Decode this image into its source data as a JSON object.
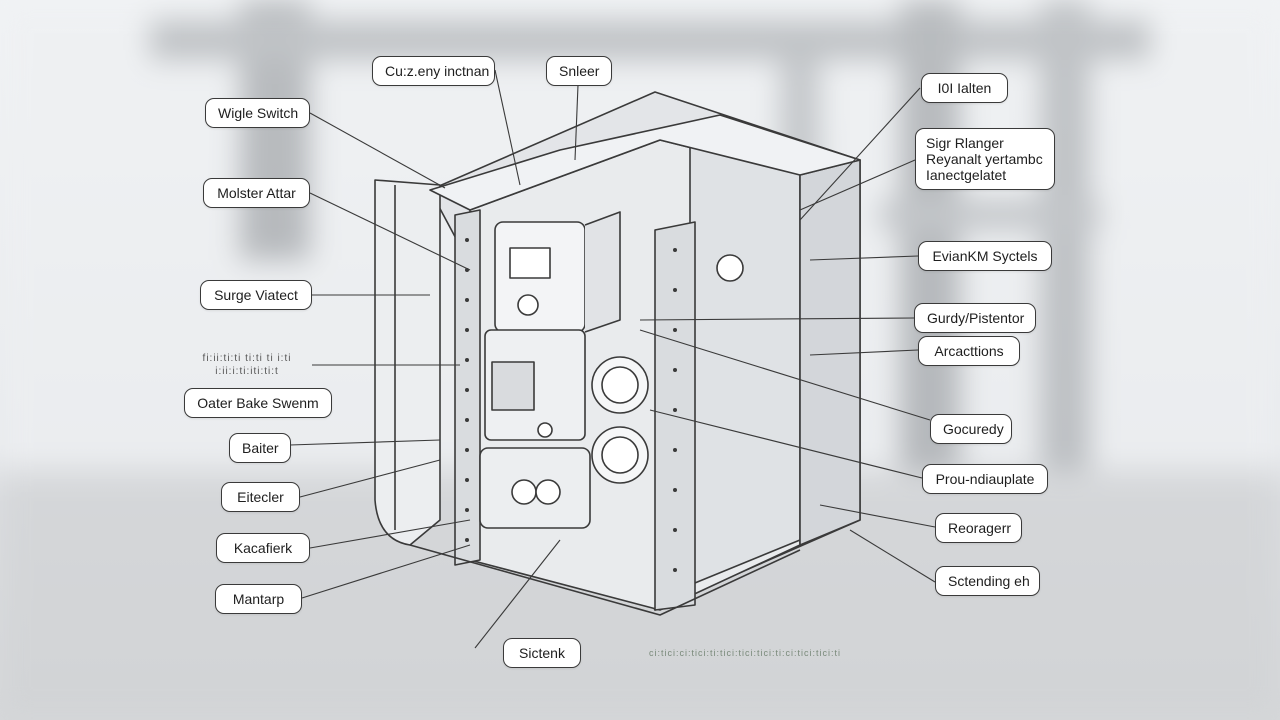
{
  "colors": {
    "ink": "#3a3a3a",
    "panel": "#e6e8ea",
    "panel_dark": "#c9ccd0",
    "background_structure": "#8c9094"
  },
  "labels": {
    "top_left_a": "Cu:z.eny inctnan",
    "top_center": "Snleer",
    "wigle_switch": "Wigle Switch",
    "molster_attar": "Molster Attar",
    "surge_viatect": "Surge Viatect",
    "noisy_left": "fi:ii:ti:ti ti:ti ti i:ti\ni:ii:i:ti:iti:ti:t",
    "outer_bake": "Oater Bake Swenm",
    "baiter": "Baiter",
    "eitecler": "Eitecler",
    "kacafierk": "Kacafierk",
    "mantarp": "Mantarp",
    "bottom_center": "Sictenk",
    "bottom_faint": "ci:tici:ci:tici:ti:tici:tici:tici:ti:ci:tici:tici:ti",
    "top_right_a": "I0I Ialten",
    "sigr_lines": [
      "Sigr Rlanger",
      "Reyanalt yertambc",
      "Ianectgelatet"
    ],
    "evian_systels": "EvianKM Syctels",
    "gurdy_pistentor": "Gurdy/Pistentor",
    "arcacttions": "Arcacttions",
    "gocuredy": "Gocuredy",
    "prou_ndiauplate": "Prou-ndiauplate",
    "reoragerr": "Reoragerr",
    "sctending": "Sctending eh"
  }
}
